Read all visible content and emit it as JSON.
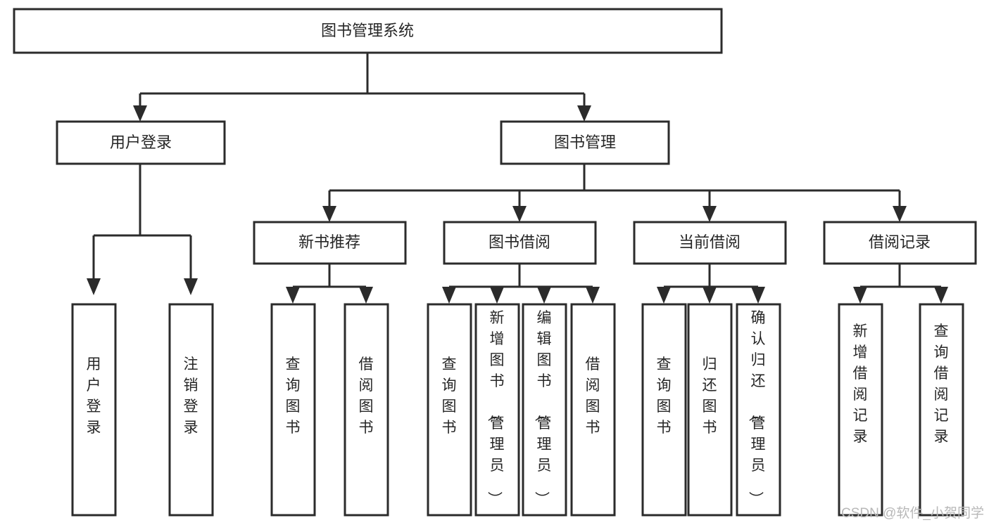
{
  "diagram": {
    "title": "图书管理系统",
    "root": {
      "id": "root",
      "label": "图书管理系统"
    },
    "level2": [
      {
        "id": "user-login",
        "label": "用户登录"
      },
      {
        "id": "book-manage",
        "label": "图书管理"
      }
    ],
    "level3": [
      {
        "id": "new-book-rec",
        "label": "新书推荐",
        "parent": "book-manage"
      },
      {
        "id": "book-borrow",
        "label": "图书借阅",
        "parent": "book-manage"
      },
      {
        "id": "current-borrow",
        "label": "当前借阅",
        "parent": "book-manage"
      },
      {
        "id": "borrow-record",
        "label": "借阅记录",
        "parent": "book-manage"
      }
    ],
    "leaves": {
      "user-login": [
        {
          "id": "leaf-user-login",
          "label": "用户登录"
        },
        {
          "id": "leaf-user-logout",
          "label": "注销登录"
        }
      ],
      "new-book-rec": [
        {
          "id": "leaf-query-book-1",
          "label": "查询图书"
        },
        {
          "id": "leaf-borrow-book-1",
          "label": "借阅图书"
        }
      ],
      "book-borrow": [
        {
          "id": "leaf-query-book-2",
          "label": "查询图书"
        },
        {
          "id": "leaf-add-book",
          "label": "新增图书（管理员）"
        },
        {
          "id": "leaf-edit-book",
          "label": "编辑图书（管理员）"
        },
        {
          "id": "leaf-borrow-book-2",
          "label": "借阅图书"
        }
      ],
      "current-borrow": [
        {
          "id": "leaf-query-book-3",
          "label": "查询图书"
        },
        {
          "id": "leaf-return-book",
          "label": "归还图书"
        },
        {
          "id": "leaf-confirm-return",
          "label": "确认归还（管理员）"
        }
      ],
      "borrow-record": [
        {
          "id": "leaf-add-record",
          "label": "新增借阅记录"
        },
        {
          "id": "leaf-query-record",
          "label": "查询借阅记录"
        }
      ]
    }
  },
  "watermark": {
    "text": "CSDN @软件_小贺同学"
  },
  "colors": {
    "stroke": "#2b2b2b",
    "fill": "#ffffff",
    "text": "#262626",
    "watermark": "#b8b8b8"
  }
}
